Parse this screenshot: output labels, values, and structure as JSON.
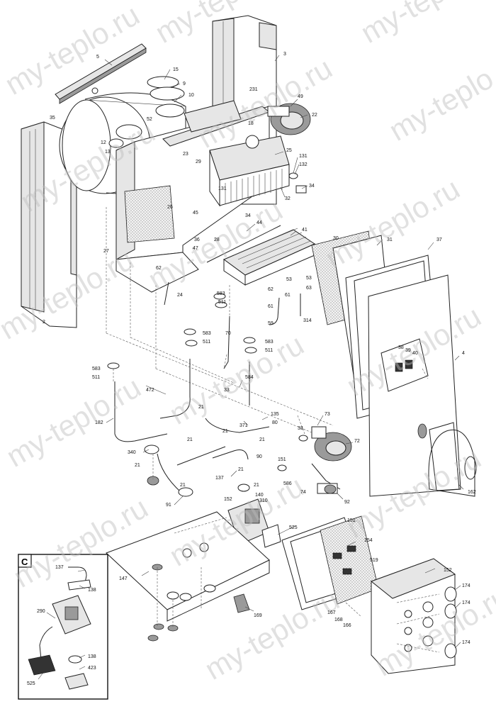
{
  "watermark_text": "my-teplo.ru",
  "inset_title": "C",
  "labels": {
    "l2": "2",
    "l3": "3",
    "l4": "4",
    "l5": "5",
    "l9": "9",
    "l10": "10",
    "l12": "12",
    "l13": "13",
    "l15": "15",
    "l18": "18",
    "l21": "21",
    "l22": "22",
    "l23": "23",
    "l24": "24",
    "l25": "25",
    "l26": "26",
    "l27": "27",
    "l28": "28",
    "l29": "29",
    "l30": "30",
    "l31": "31",
    "l32": "32",
    "l33": "33",
    "l34": "34",
    "l35": "35",
    "l36": "36",
    "l37": "37",
    "l38": "38",
    "l39": "39",
    "l40": "40",
    "l41": "41",
    "l44": "44",
    "l45": "45",
    "l47": "47",
    "l49": "49",
    "l52": "52",
    "l53": "53",
    "l59": "59",
    "l61": "61",
    "l62": "62",
    "l63": "63",
    "l70": "70",
    "l72": "72",
    "l73": "73",
    "l74": "74",
    "l80": "80",
    "l90": "90",
    "l91": "91",
    "l92": "92",
    "l131": "131",
    "l132": "132",
    "l135": "135",
    "l137": "137",
    "l138": "138",
    "l140": "140",
    "l147": "147",
    "l151": "151",
    "l152": "152",
    "l154": "154",
    "l156": "156",
    "l161": "161",
    "l162": "162",
    "l166": "166",
    "l167": "167",
    "l168": "168",
    "l169": "169",
    "l174": "174",
    "l182": "182",
    "l231": "231",
    "l290": "290",
    "l310": "310",
    "l314": "314",
    "l340": "340",
    "l371": "371",
    "l423": "423",
    "l472": "472",
    "l511": "511",
    "l519": "519",
    "l525": "525",
    "l583": "583",
    "l584": "584",
    "l586": "586"
  }
}
